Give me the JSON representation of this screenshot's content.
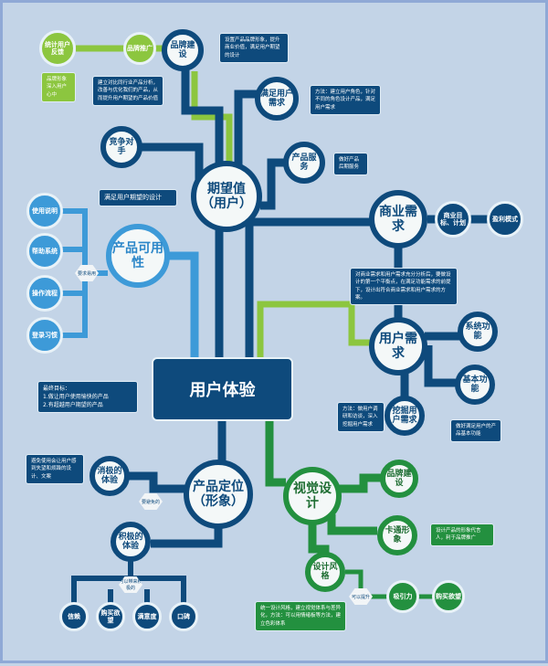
{
  "center": {
    "title": "用户体验",
    "goal": "最终目标：\n1.做让用户使用愉快的产品\n2.有超越用户期望的产品"
  },
  "expectation": {
    "title": "期望值（用户）",
    "design_box": "满足用户期望的设计",
    "brand": {
      "label": "品牌建设",
      "box": "设置产品品牌形象，提升商业价值，满足用户期望的设计"
    },
    "green_1": "统计用户反馈",
    "green_2": "品牌推广",
    "green_box": "品牌形象深入用户心中",
    "competitor": {
      "label": "竞争对手",
      "box": "建立对比同行业产品分析，改善与优化我们的产品，从而提升用户期望的产品价值"
    },
    "user_needs": {
      "label": "满足用户需求",
      "box": "方法：建立用户角色，针对不同的角色设计产品，满足用户需求"
    },
    "service": {
      "label": "产品服务",
      "box": "做好产品后期服务"
    }
  },
  "business": {
    "title": "商业需求",
    "goal": "商业目标、计划",
    "profit": "盈利模式",
    "box": "对商业需求和用户需求充分分析后，要做设计的第一个平衡点，在满足功能需求的前提下，设计出符合商业需求和用户需求的方案。"
  },
  "user_req": {
    "title": "用户需求",
    "system": "系统功能",
    "basic": "基本功能",
    "basic_box": "做好满足用户的产品基本功能",
    "dig": "挖掘用户需求",
    "dig_box": "方法：做用户调研和访谈，深入挖掘用户需求"
  },
  "usability": {
    "title": "产品可用性",
    "hex": "要求易用",
    "items": [
      "使用说明",
      "帮助系统",
      "操作流程",
      "登录习惯"
    ]
  },
  "positioning": {
    "title": "产品定位（形象）",
    "negative": "消极的体验",
    "negative_box": "避免使用会让用户感到失望和烦躁的设计、文案",
    "negative_hex": "要避免的",
    "positive": "积极的体验",
    "positive_hex": "可以带来积极的",
    "positive_items": [
      "信赖",
      "购买欲望",
      "满意度",
      "口碑"
    ]
  },
  "visual": {
    "title": "视觉设计",
    "brand": "品牌建设",
    "cartoon": "卡通形象",
    "cartoon_box": "设计产品的形象代言人，利于品牌推广",
    "style": "设计风格",
    "style_box": "统一设计风格，建立视觉体系与差异化，方法：可以用情绪板等方法，建立色彩体系",
    "hex": "可以提升",
    "attract": "吸引力",
    "desire": "购买欲望"
  },
  "colors": {
    "navy": "#0e4a7c",
    "green": "#23903f",
    "light_green": "#8cc63f",
    "blue": "#3d9ad8",
    "background": "#c3d4e7"
  }
}
